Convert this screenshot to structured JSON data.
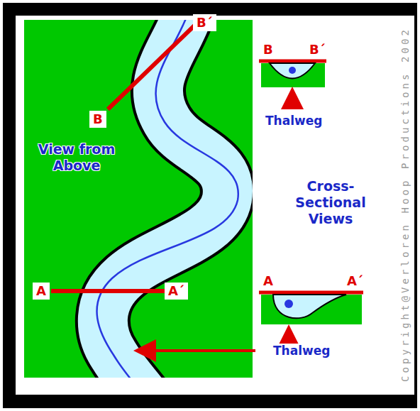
{
  "diagram": {
    "labels": [
      "B´",
      "B",
      "View from Above",
      "A",
      "A´",
      "B",
      "B´",
      "Thalweg",
      "Cross-Sectional Views",
      "A",
      "A´",
      "Thalweg",
      "Copyright@Verloren Hoop Productions 2002"
    ]
  }
}
